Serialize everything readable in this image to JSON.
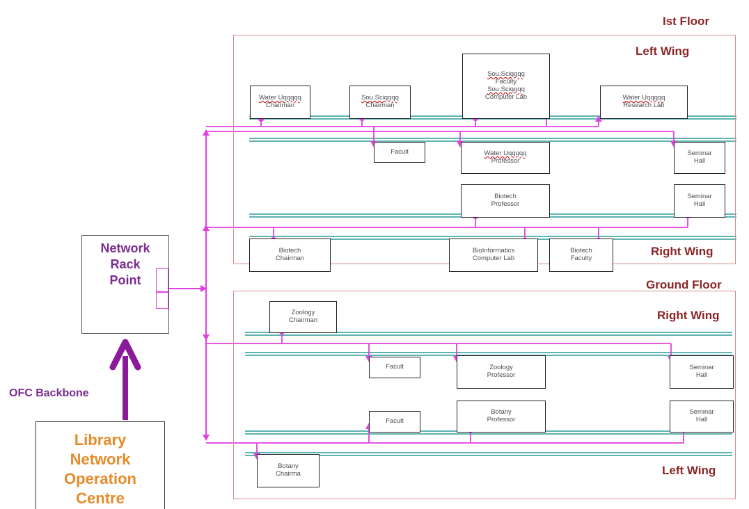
{
  "floors": {
    "first": {
      "label": "Ist Floor",
      "left_wing": "Left Wing",
      "right_wing": "Right Wing"
    },
    "ground": {
      "label": "Ground  Floor",
      "right_wing": "Right Wing",
      "left_wing": "Left Wing"
    }
  },
  "rooms": {
    "water_chairman": [
      "Water Uqqqqq",
      "Chairman"
    ],
    "soil_chairman": [
      "Sou.Sciqqqq",
      "Chairman"
    ],
    "soil_faculty_lab": [
      "Sou.Sciqqqq",
      "Faculty",
      "Sou.Sciqqqq",
      "Computer Lab"
    ],
    "water_research": [
      "Water Uqqqqq",
      "Research Lab"
    ],
    "facult_1": [
      "Facult"
    ],
    "water_professor": [
      "Water Uqqqqq",
      "Professor"
    ],
    "seminar_1": [
      "Seminar",
      "Hall"
    ],
    "biotech_professor": [
      "Biotech",
      "Professor"
    ],
    "seminar_2": [
      "Seminar",
      "Hall"
    ],
    "biotech_chairman": [
      "Biotech",
      "Chairman"
    ],
    "bioinformatics_lab": [
      "BioInformatics",
      "Computer Lab"
    ],
    "biotech_faculty": [
      "Biotech",
      "Faculty"
    ],
    "zoology_chairman": [
      "Zoology",
      "Chairman"
    ],
    "facult_2": [
      "Facult"
    ],
    "zoology_professor": [
      "Zoology",
      "Professor"
    ],
    "seminar_3": [
      "Seminar",
      "Hall"
    ],
    "facult_3": [
      "Facult"
    ],
    "botany_professor": [
      "Botany",
      "Professor"
    ],
    "seminar_4": [
      "Seminar",
      "Hall"
    ],
    "botany_chairman": [
      "Botany",
      "Chairma"
    ]
  },
  "network_rack": [
    "Network",
    "Rack",
    "Point"
  ],
  "library": [
    "Library",
    "Network",
    "Operation",
    "Centre"
  ],
  "backbone_label": "OFC Backbone",
  "colors": {
    "link": "#e040e0",
    "corridor": "#2a9a9a",
    "frame": "#d88a8a",
    "arrow": "#8a1a9a"
  }
}
